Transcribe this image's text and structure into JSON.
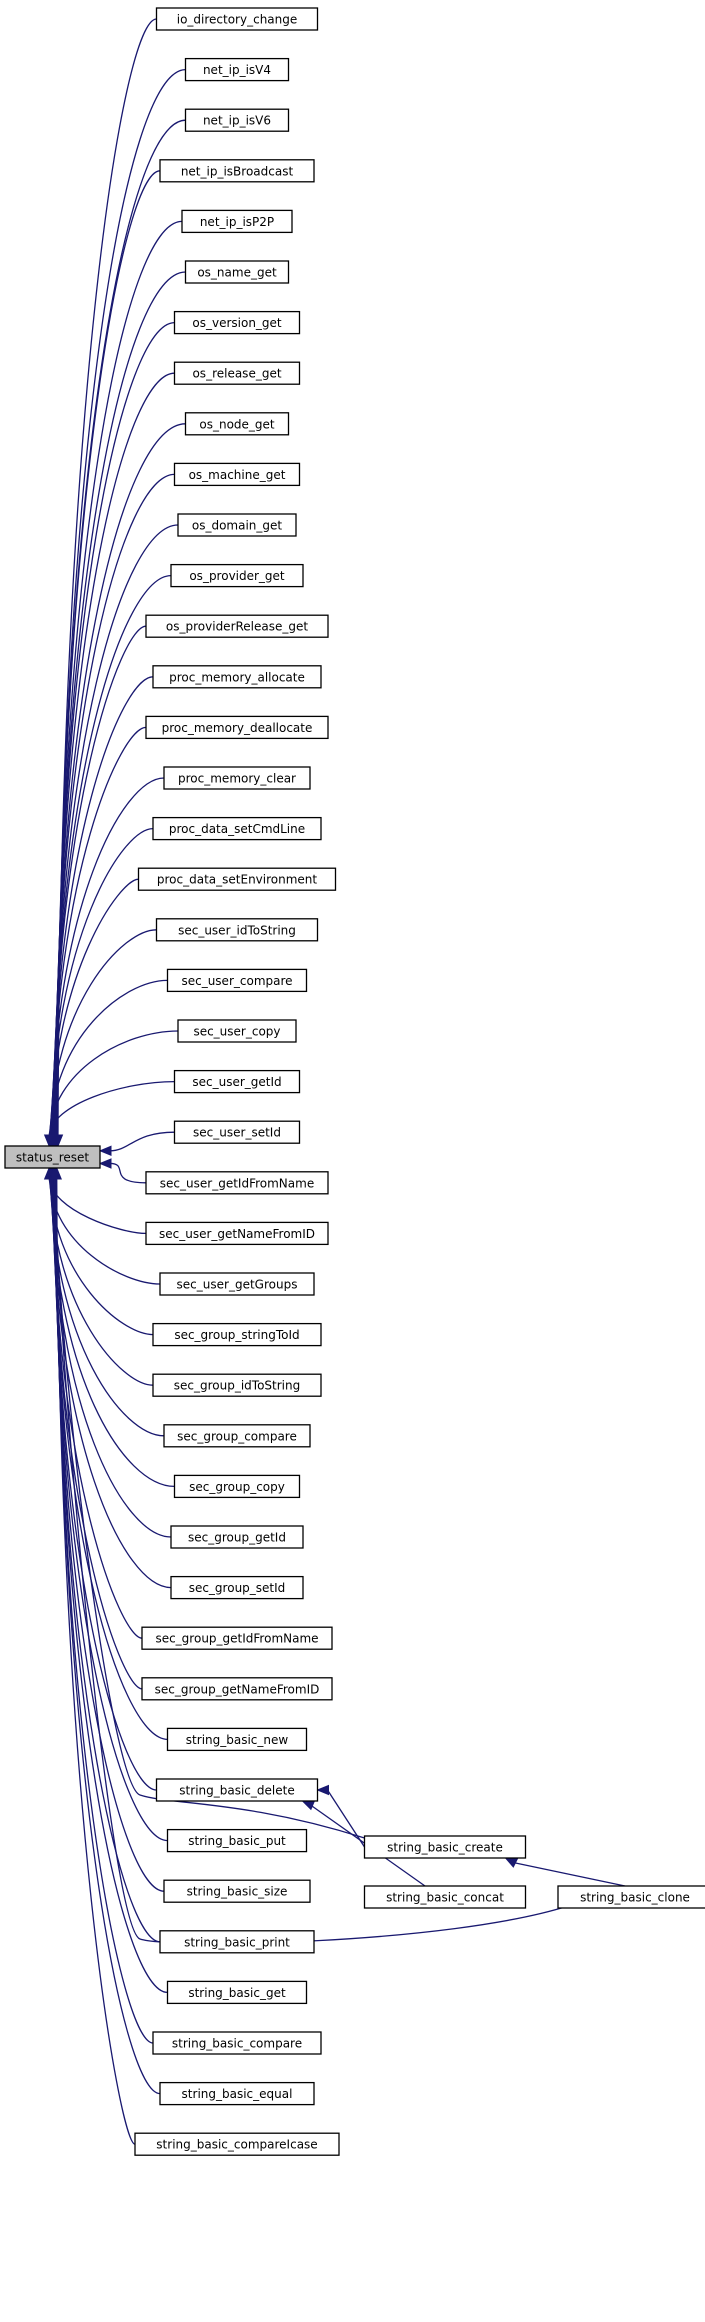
{
  "graph": {
    "root": {
      "id": "root",
      "label": "status_reset"
    },
    "callers": [
      {
        "id": "n1",
        "label": "io_directory_change"
      },
      {
        "id": "n2",
        "label": "net_ip_isV4"
      },
      {
        "id": "n3",
        "label": "net_ip_isV6"
      },
      {
        "id": "n4",
        "label": "net_ip_isBroadcast"
      },
      {
        "id": "n5",
        "label": "net_ip_isP2P"
      },
      {
        "id": "n6",
        "label": "os_name_get"
      },
      {
        "id": "n7",
        "label": "os_version_get"
      },
      {
        "id": "n8",
        "label": "os_release_get"
      },
      {
        "id": "n9",
        "label": "os_node_get"
      },
      {
        "id": "n10",
        "label": "os_machine_get"
      },
      {
        "id": "n11",
        "label": "os_domain_get"
      },
      {
        "id": "n12",
        "label": "os_provider_get"
      },
      {
        "id": "n13",
        "label": "os_providerRelease_get"
      },
      {
        "id": "n14",
        "label": "proc_memory_allocate"
      },
      {
        "id": "n15",
        "label": "proc_memory_deallocate"
      },
      {
        "id": "n16",
        "label": "proc_memory_clear"
      },
      {
        "id": "n17",
        "label": "proc_data_setCmdLine"
      },
      {
        "id": "n18",
        "label": "proc_data_setEnvironment"
      },
      {
        "id": "n19",
        "label": "sec_user_idToString"
      },
      {
        "id": "n20",
        "label": "sec_user_compare"
      },
      {
        "id": "n21",
        "label": "sec_user_copy"
      },
      {
        "id": "n22",
        "label": "sec_user_getId"
      },
      {
        "id": "n23",
        "label": "sec_user_setId"
      },
      {
        "id": "n24",
        "label": "sec_user_getIdFromName"
      },
      {
        "id": "n25",
        "label": "sec_user_getNameFromID"
      },
      {
        "id": "n26",
        "label": "sec_user_getGroups"
      },
      {
        "id": "n27",
        "label": "sec_group_stringToId"
      },
      {
        "id": "n28",
        "label": "sec_group_idToString"
      },
      {
        "id": "n29",
        "label": "sec_group_compare"
      },
      {
        "id": "n30",
        "label": "sec_group_copy"
      },
      {
        "id": "n31",
        "label": "sec_group_getId"
      },
      {
        "id": "n32",
        "label": "sec_group_setId"
      },
      {
        "id": "n33",
        "label": "sec_group_getIdFromName"
      },
      {
        "id": "n34",
        "label": "sec_group_getNameFromID"
      },
      {
        "id": "n35",
        "label": "string_basic_new"
      },
      {
        "id": "n36",
        "label": "string_basic_delete"
      },
      {
        "id": "n37",
        "label": "string_basic_put"
      },
      {
        "id": "n38",
        "label": "string_basic_size"
      },
      {
        "id": "n39",
        "label": "string_basic_print"
      },
      {
        "id": "n40",
        "label": "string_basic_get"
      },
      {
        "id": "n41",
        "label": "string_basic_compare"
      },
      {
        "id": "n42",
        "label": "string_basic_equal"
      },
      {
        "id": "n43",
        "label": "string_basic_compareIcase"
      }
    ],
    "secondary": [
      {
        "id": "s1",
        "label": "string_basic_create"
      },
      {
        "id": "s2",
        "label": "string_basic_concat"
      },
      {
        "id": "s3",
        "label": "string_basic_clone"
      }
    ],
    "edges": [
      {
        "from": "s1",
        "to": "root"
      },
      {
        "from": "s3",
        "to": "root"
      },
      {
        "from": "s1",
        "to": "n36"
      },
      {
        "from": "s2",
        "to": "n36"
      },
      {
        "from": "s3",
        "to": "s1"
      }
    ],
    "colors": {
      "edge": "#191970",
      "root_fill": "#bfbfbf",
      "node_fill": "#ffffff",
      "border": "#000000"
    }
  }
}
